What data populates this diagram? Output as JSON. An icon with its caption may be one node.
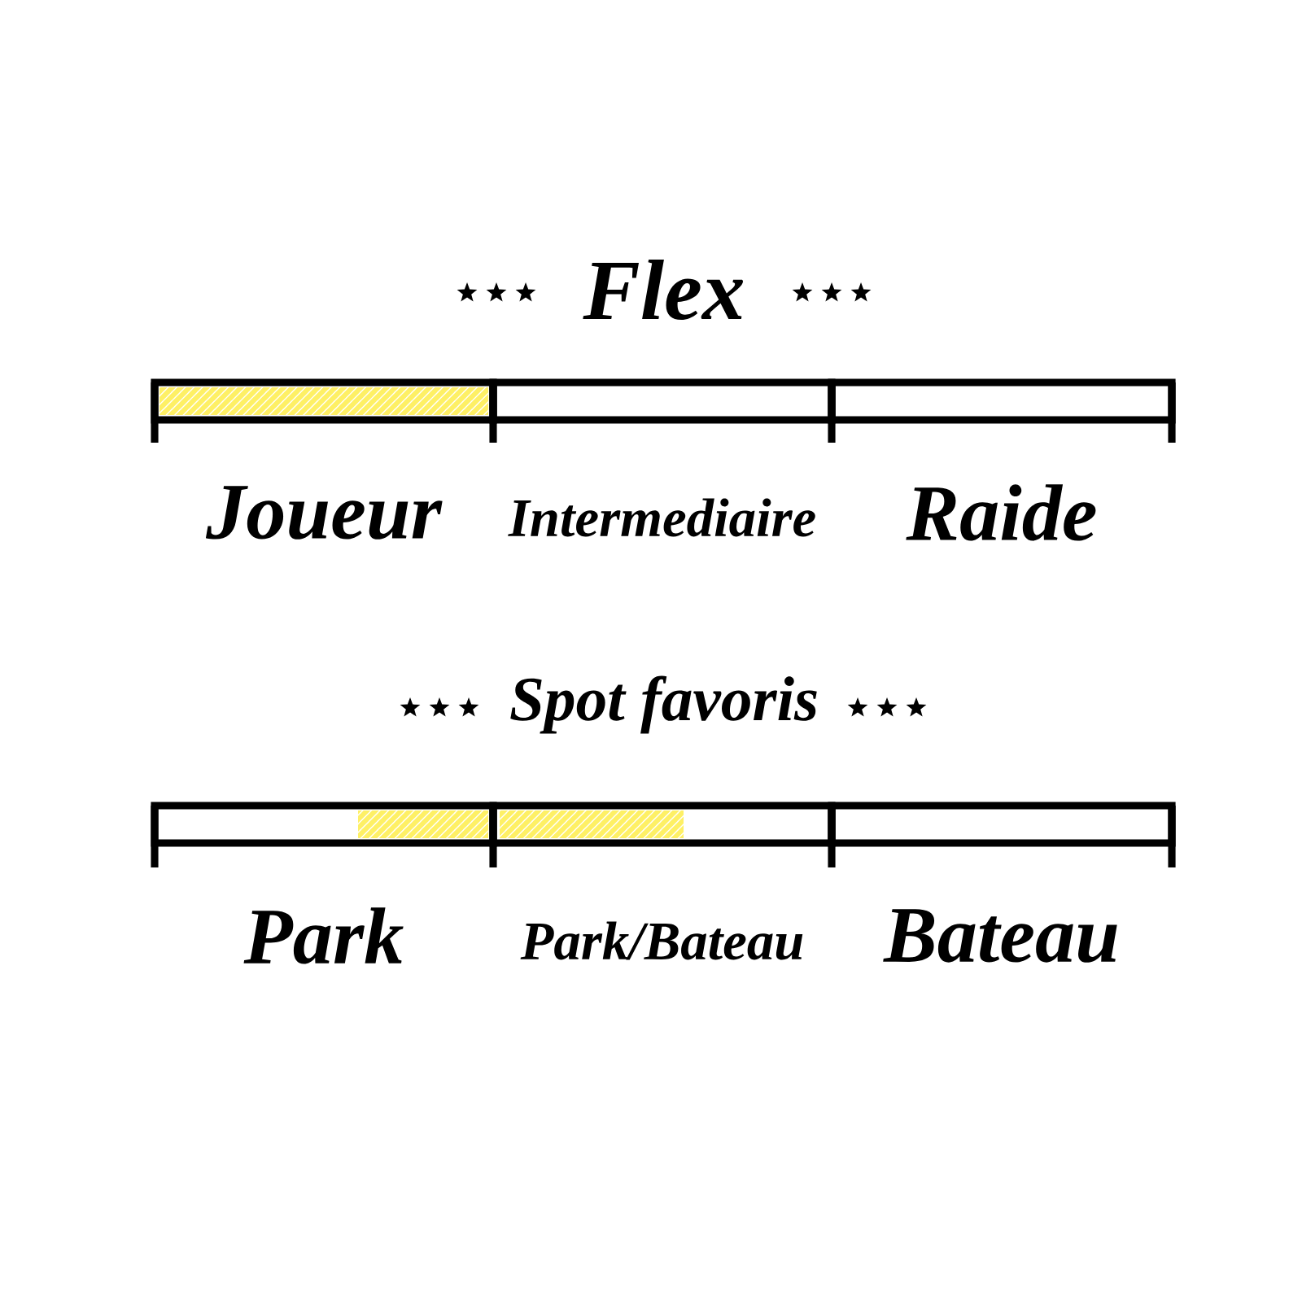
{
  "diagram": {
    "nodes": [
      {
        "text": [
          "Joueur"
        ]
      },
      {
        "text": [
          "Intermediaire"
        ]
      },
      {
        "text": [
          "Raide"
        ]
      },
      {
        "text": [
          "Park"
        ]
      },
      {
        "text": [
          "Park/Bateau"
        ]
      },
      {
        "text": [
          "Bateau"
        ]
      }
    ],
    "labels": [
      "Flex",
      "Spot favoris"
    ]
  }
}
